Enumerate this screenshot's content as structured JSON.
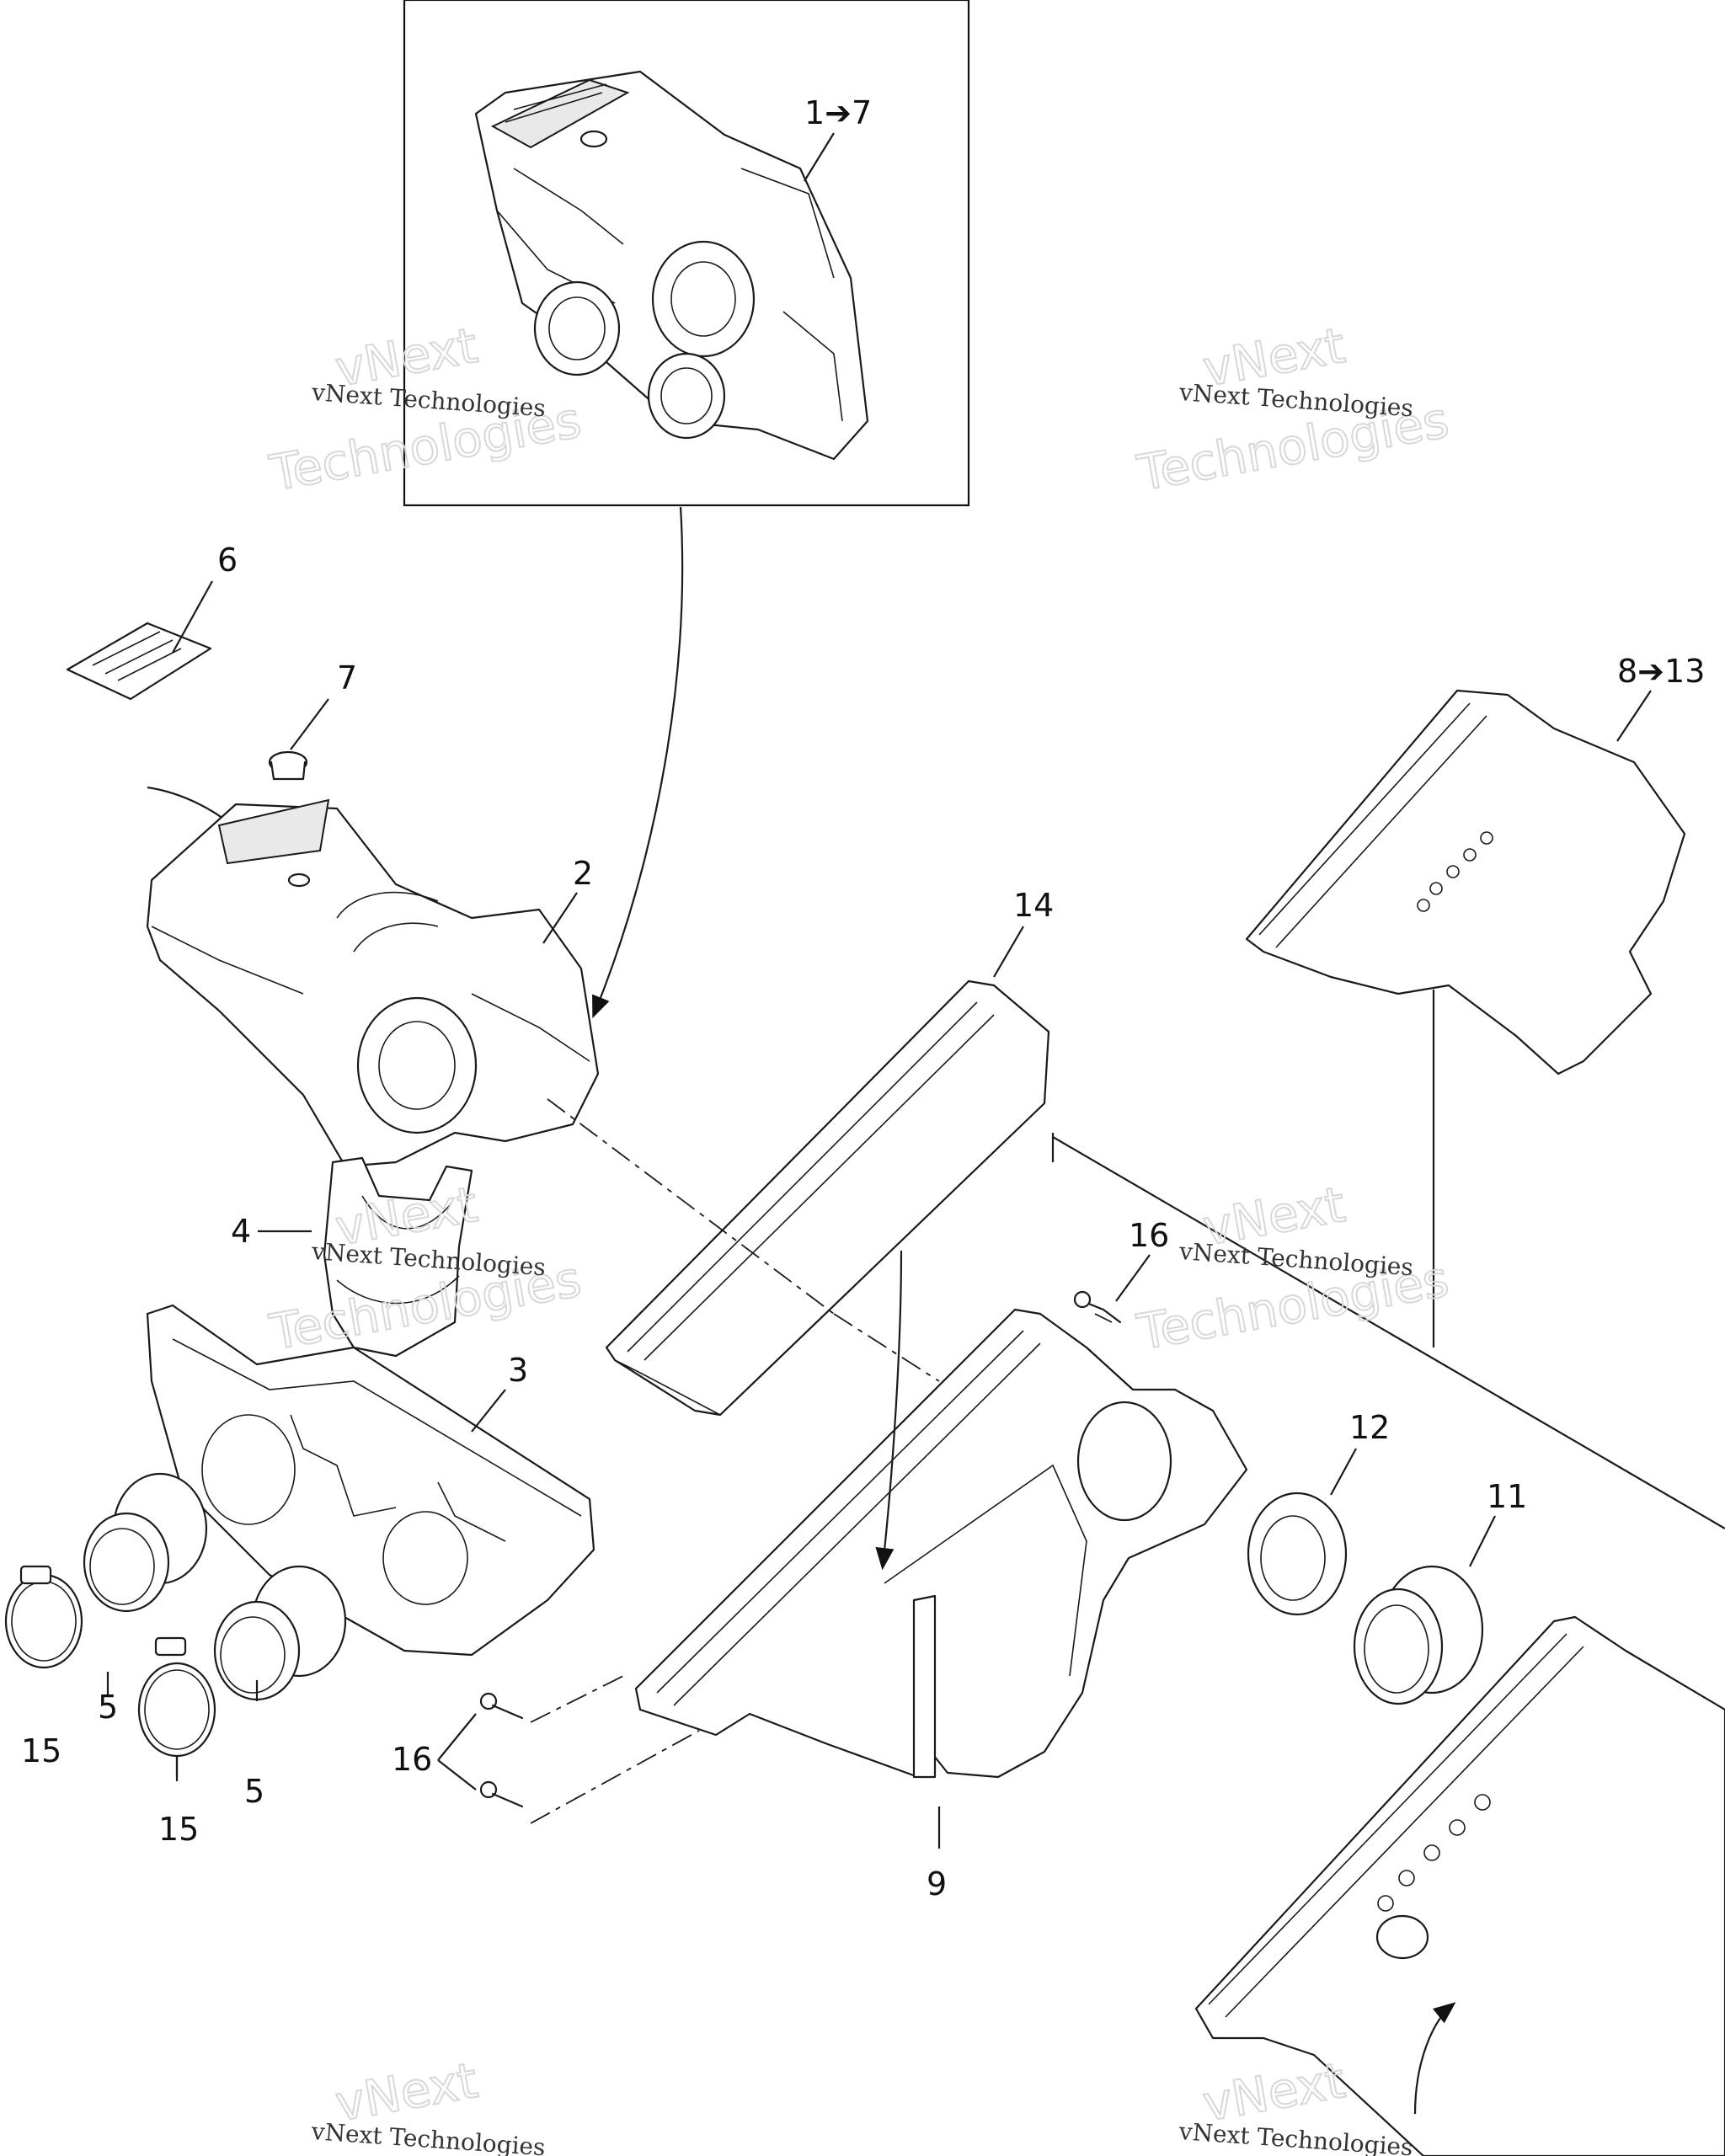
{
  "callouts": {
    "assembly_1_7": "1➔7",
    "assembly_8_13": "8➔13",
    "part_2": "2",
    "part_3": "3",
    "part_4": "4",
    "part_5a": "5",
    "part_5b": "5",
    "part_6": "6",
    "part_7": "7",
    "part_9": "9",
    "part_11": "11",
    "part_12": "12",
    "part_14": "14",
    "part_15a": "15",
    "part_15b": "15",
    "part_16a": "16",
    "part_16b": "16"
  },
  "watermarks": {
    "small": "vNext Technologies",
    "big_line1": "vNext",
    "big_line2": "Technologies"
  }
}
